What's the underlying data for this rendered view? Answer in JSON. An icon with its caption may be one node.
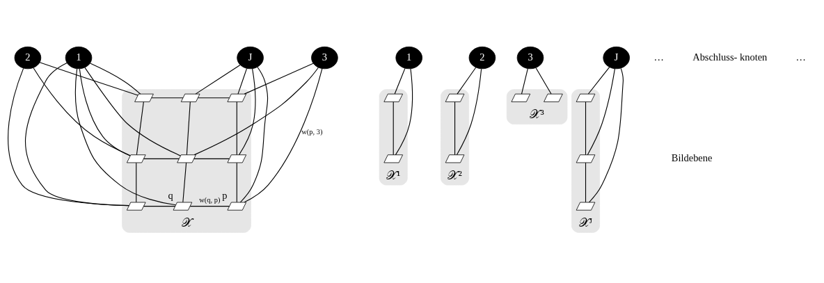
{
  "diagram": {
    "nodes": [
      {
        "text": [
          "1"
        ]
      },
      {
        "text": [
          "2"
        ]
      },
      {
        "text": [
          "3"
        ]
      },
      {
        "text": [
          "J"
        ]
      },
      {
        "text": [
          "𝒳"
        ]
      },
      {
        "text": [],
        "shape": "parallelogram",
        "in": 4
      },
      {
        "text": [],
        "shape": "parallelogram",
        "in": 4
      },
      {
        "text": [],
        "shape": "parallelogram",
        "in": 4
      },
      {
        "text": [],
        "shape": "parallelogram",
        "in": 4
      },
      {
        "text": [],
        "shape": "parallelogram",
        "in": 4
      },
      {
        "text": [],
        "shape": "parallelogram",
        "in": 4
      },
      {
        "text": [],
        "shape": "parallelogram",
        "in": 4
      },
      {
        "text": [],
        "shape": "parallelogram",
        "in": 4,
        "beside": [
          "q"
        ]
      },
      {
        "text": [],
        "shape": "parallelogram",
        "in": 4,
        "beside": [
          "p"
        ]
      },
      {
        "text": [
          "1"
        ]
      },
      {
        "text": [
          "2"
        ]
      },
      {
        "text": [
          "3"
        ]
      },
      {
        "text": [
          "J"
        ]
      },
      {
        "text": [
          "𝒳²"
        ]
      },
      {
        "text": [],
        "shape": "parallelogram",
        "in": 18
      },
      {
        "text": [],
        "shape": "parallelogram",
        "in": 18
      },
      {
        "text": [
          "𝒳ᴶ"
        ]
      },
      {
        "text": [],
        "shape": "parallelogram",
        "in": 21
      },
      {
        "text": [],
        "shape": "parallelogram",
        "in": 21
      },
      {
        "text": [],
        "shape": "parallelogram",
        "in": 21
      },
      {
        "text": [
          "𝒳³"
        ]
      },
      {
        "text": [],
        "shape": "parallelogram",
        "in": 25
      },
      {
        "text": [],
        "shape": "parallelogram",
        "in": 25
      },
      {
        "text": [
          "𝒳¹"
        ]
      },
      {
        "text": [],
        "shape": "parallelogram",
        "in": 28
      },
      {
        "text": [],
        "shape": "parallelogram",
        "in": 28
      }
    ],
    "edges": [
      {
        "from": 0,
        "to": 11,
        "arrow": "none"
      },
      {
        "from": 0,
        "to": 8,
        "arrow": "none"
      },
      {
        "from": 0,
        "to": 12,
        "arrow": "none"
      },
      {
        "from": 0,
        "to": 5,
        "arrow": "none"
      },
      {
        "from": 0,
        "to": 9,
        "arrow": "none"
      },
      {
        "from": 1,
        "to": 11,
        "arrow": "none"
      },
      {
        "from": 1,
        "to": 8,
        "arrow": "none"
      },
      {
        "from": 1,
        "to": 5,
        "arrow": "none"
      },
      {
        "from": 2,
        "to": 9,
        "arrow": "none"
      },
      {
        "from": 2,
        "to": 13,
        "arrow": "none",
        "label": "w(p, 3)"
      },
      {
        "from": 2,
        "to": 7,
        "arrow": "none"
      },
      {
        "from": 3,
        "to": 6,
        "arrow": "none"
      },
      {
        "from": 3,
        "to": 13,
        "arrow": "none"
      },
      {
        "from": 3,
        "to": 10,
        "arrow": "none"
      },
      {
        "from": 3,
        "to": 7,
        "arrow": "none"
      },
      {
        "from": 5,
        "to": 6,
        "arrow": "none"
      },
      {
        "from": 6,
        "to": 7,
        "arrow": "none"
      },
      {
        "from": 8,
        "to": 9,
        "arrow": "none"
      },
      {
        "from": 9,
        "to": 10,
        "arrow": "none"
      },
      {
        "from": 11,
        "to": 12,
        "arrow": "none"
      },
      {
        "from": 12,
        "to": 13,
        "arrow": "none",
        "label": "w(q, p)"
      },
      {
        "from": 5,
        "to": 8,
        "arrow": "none"
      },
      {
        "from": 8,
        "to": 11,
        "arrow": "none"
      },
      {
        "from": 6,
        "to": 9,
        "arrow": "none"
      },
      {
        "from": 9,
        "to": 12,
        "arrow": "none"
      },
      {
        "from": 7,
        "to": 10,
        "arrow": "none"
      },
      {
        "from": 10,
        "to": 13,
        "arrow": "none"
      },
      {
        "from": 14,
        "to": 29,
        "arrow": "none"
      },
      {
        "from": 14,
        "to": 30,
        "arrow": "none"
      },
      {
        "from": 15,
        "to": 20,
        "arrow": "none"
      },
      {
        "from": 15,
        "to": 19,
        "arrow": "none"
      },
      {
        "from": 16,
        "to": 26,
        "arrow": "none"
      },
      {
        "from": 16,
        "to": 27,
        "arrow": "none"
      },
      {
        "from": 17,
        "to": 22,
        "arrow": "none"
      },
      {
        "from": 17,
        "to": 24,
        "arrow": "none"
      },
      {
        "from": 17,
        "to": 23,
        "arrow": "none"
      },
      {
        "from": 19,
        "to": 20,
        "arrow": "none"
      },
      {
        "from": 22,
        "to": 23,
        "arrow": "none"
      },
      {
        "from": 23,
        "to": 24,
        "arrow": "none"
      },
      {
        "from": 29,
        "to": 30,
        "arrow": "none"
      }
    ],
    "labels": [
      "…",
      "Abschluss- knoten",
      "…",
      "Bildebene"
    ]
  }
}
